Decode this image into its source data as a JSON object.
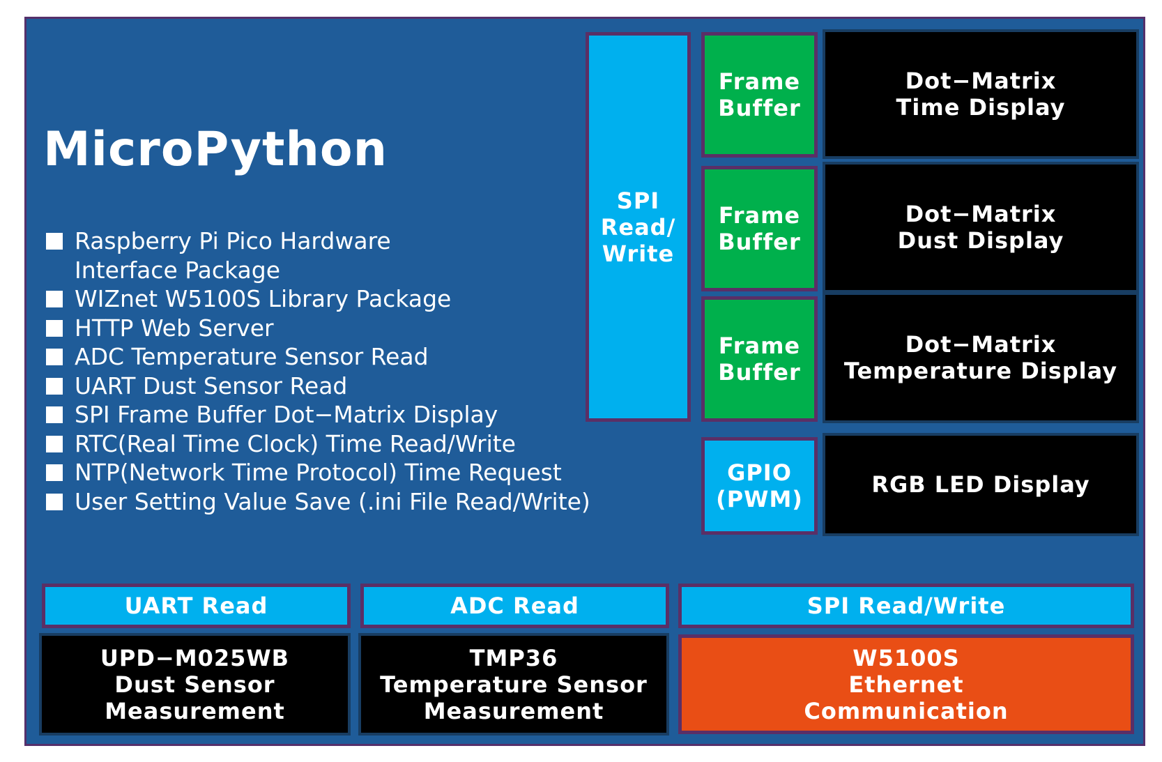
{
  "title": "MicroPython",
  "features": [
    "Raspberry Pi Pico Hardware\nInterface Package",
    "WIZnet W5100S Library Package",
    "HTTP Web Server",
    "ADC Temperature Sensor Read",
    "UART Dust Sensor Read",
    "SPI Frame Buffer Dot−Matrix Display",
    "RTC(Real Time Clock) Time Read/Write",
    "NTP(Network Time Protocol) Time Request",
    "User Setting Value Save (.ini File Read/Write)"
  ],
  "spi_bus": "SPI\nRead/\nWrite",
  "frame_buffers": [
    "Frame\nBuffer",
    "Frame\nBuffer",
    "Frame\nBuffer"
  ],
  "displays": [
    "Dot−Matrix\nTime Display",
    "Dot−Matrix\nDust Display",
    "Dot−Matrix\nTemperature Display"
  ],
  "gpio": "GPIO\n(PWM)",
  "rgb_led": "RGB LED Display",
  "interfaces": [
    "UART Read",
    "ADC Read",
    "SPI Read/Write"
  ],
  "hardware": [
    "UPD−M025WB\nDust Sensor\nMeasurement",
    "TMP36\nTemperature Sensor\nMeasurement",
    "W5100S\nEthernet\nCommunication"
  ],
  "colors": {
    "panel": "#1f5c99",
    "cyan": "#00b0ee",
    "green": "#00b04c",
    "black": "#000000",
    "orange": "#e94e15",
    "frame": "#5a2f66"
  }
}
